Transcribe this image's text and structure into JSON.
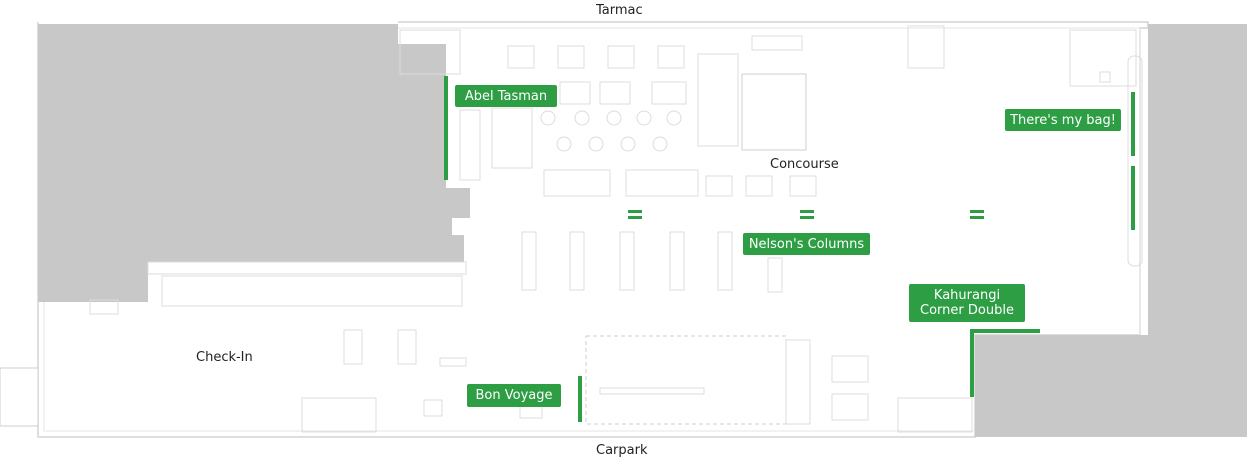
{
  "map": {
    "orientation_labels": {
      "top": "Tarmac",
      "bottom": "Carpark"
    },
    "areas": {
      "concourse": "Concourse",
      "check_in": "Check-In"
    },
    "spaces": {
      "abel_tasman": "Abel Tasman",
      "theres_my_bag": "There's my bag!",
      "nelsons_columns": "Nelson's Columns",
      "kahurangi_line1": "Kahurangi",
      "kahurangi_line2": "Corner Double",
      "bon_voyage": "Bon Voyage"
    },
    "colors": {
      "highlight": "#2e9e45",
      "blocked": "#c8c8c8",
      "outline": "#d9d9d9"
    }
  }
}
